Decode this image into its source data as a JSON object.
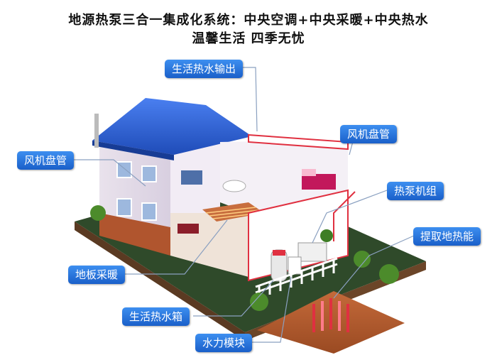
{
  "header": {
    "title_line1": "地源热泵三合一集成化系统：中央空调+中央采暖+中央热水",
    "title_line2": "温馨生活 四季无忧"
  },
  "labels": {
    "hot_water_out": "生活热水输出",
    "fan_coil_left": "风机盘管",
    "fan_coil_right": "风机盘管",
    "heat_pump_unit": "热泵机组",
    "geo_heat_extraction": "提取地热能",
    "floor_heating": "地板采暖",
    "hot_water_tank": "生活热水箱",
    "hydraulic_module": "水力模块"
  },
  "colors": {
    "label_blue": "#2a74e0",
    "roof_blue": "#2f5fd0",
    "leader_line": "#8aa0c0",
    "pipe_red": "#e03040",
    "ground_brown": "#a0522d"
  }
}
